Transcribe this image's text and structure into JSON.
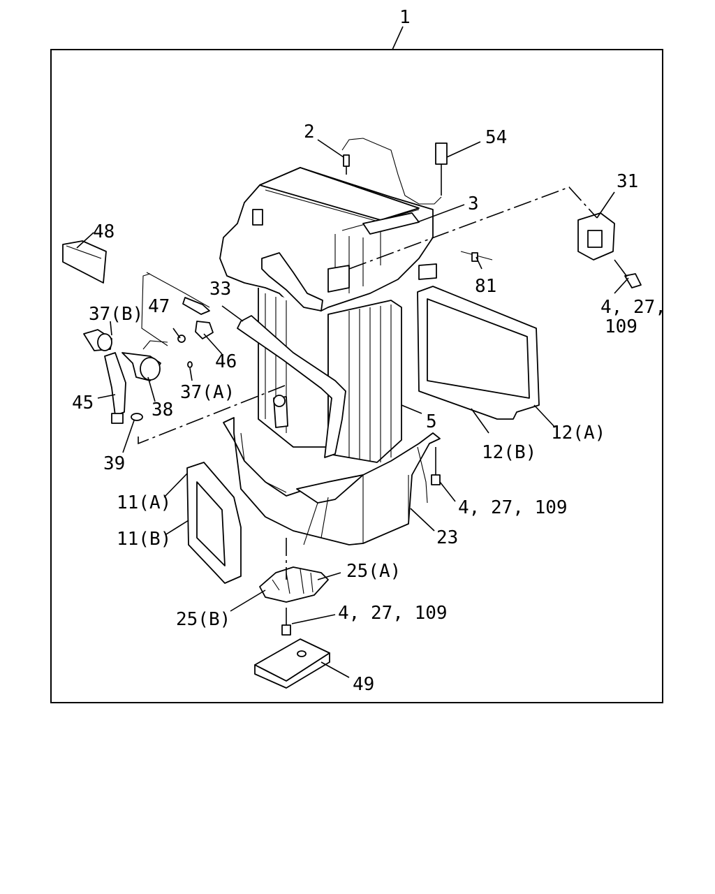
{
  "assembly_label": "1",
  "callouts": [
    {
      "id": "2",
      "text": "2"
    },
    {
      "id": "54",
      "text": "54"
    },
    {
      "id": "3",
      "text": "3"
    },
    {
      "id": "31",
      "text": "31"
    },
    {
      "id": "48",
      "text": "48"
    },
    {
      "id": "81",
      "text": "81"
    },
    {
      "id": "33",
      "text": "33"
    },
    {
      "id": "4-27-109-a-line1",
      "text": "4, 27,"
    },
    {
      "id": "4-27-109-a-line2",
      "text": "109"
    },
    {
      "id": "37b",
      "text": "37(B)"
    },
    {
      "id": "47",
      "text": "47"
    },
    {
      "id": "46",
      "text": "46"
    },
    {
      "id": "37a",
      "text": "37(A)"
    },
    {
      "id": "45",
      "text": "45"
    },
    {
      "id": "38",
      "text": "38"
    },
    {
      "id": "5",
      "text": "5"
    },
    {
      "id": "39",
      "text": "39"
    },
    {
      "id": "12a",
      "text": "12(A)"
    },
    {
      "id": "12b",
      "text": "12(B)"
    },
    {
      "id": "11a",
      "text": "11(A)"
    },
    {
      "id": "4-27-109-b",
      "text": "4, 27, 109"
    },
    {
      "id": "11b",
      "text": "11(B)"
    },
    {
      "id": "23",
      "text": "23"
    },
    {
      "id": "25a",
      "text": "25(A)"
    },
    {
      "id": "25b",
      "text": "25(B)"
    },
    {
      "id": "4-27-109-c",
      "text": "4, 27, 109"
    },
    {
      "id": "49",
      "text": "49"
    }
  ]
}
